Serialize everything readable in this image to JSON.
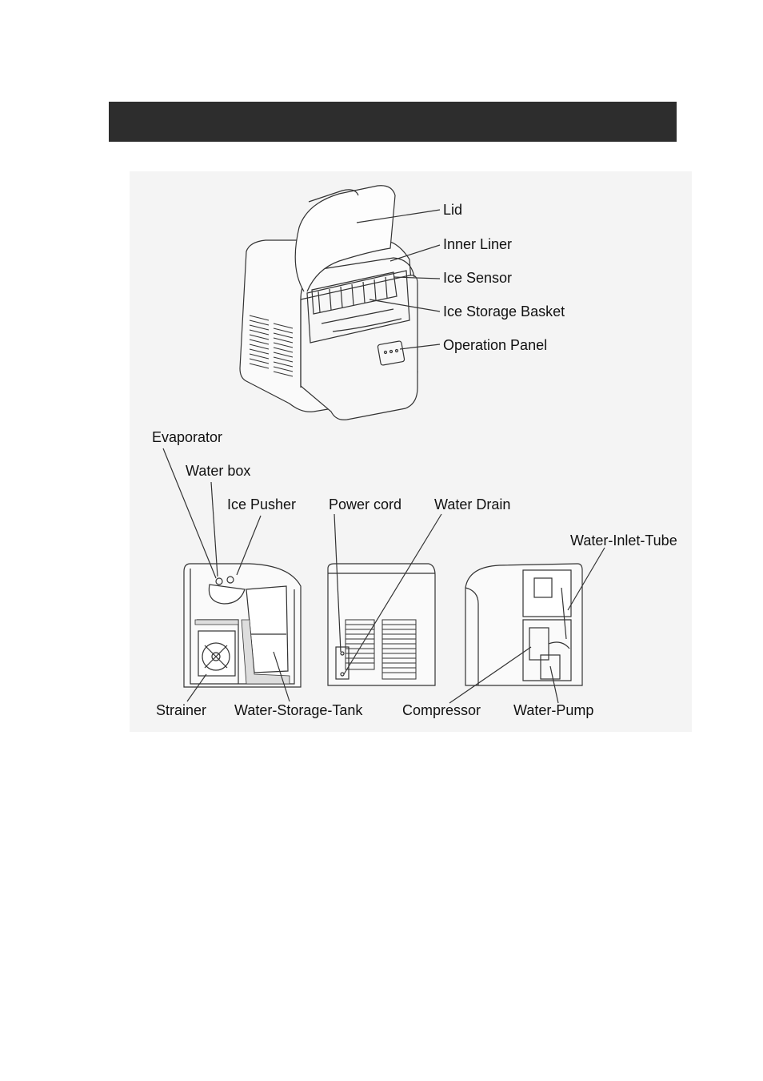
{
  "header": {
    "title": ""
  },
  "labels": {
    "lid": "Lid",
    "inner_liner": "Inner Liner",
    "ice_sensor": "Ice Sensor",
    "ice_storage_basket": "Ice Storage Basket",
    "operation_panel": "Operation Panel",
    "evaporator": "Evaporator",
    "water_box": "Water box",
    "ice_pusher": "Ice Pusher",
    "power_cord": "Power cord",
    "water_drain": "Water Drain",
    "water_inlet_tube": "Water-Inlet-Tube",
    "strainer": "Strainer",
    "water_storage_tank": "Water-Storage-Tank",
    "compressor": "Compressor",
    "water_pump": "Water-Pump"
  },
  "colors": {
    "header": "#2d2d2d",
    "figure_bg": "#f4f4f4",
    "line": "#333333"
  }
}
